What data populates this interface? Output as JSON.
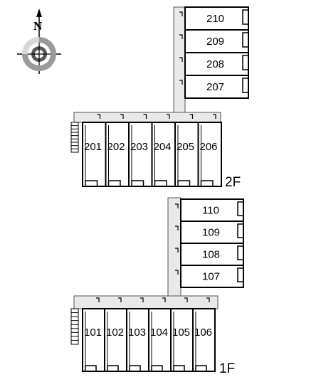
{
  "compass": {
    "label": "N",
    "icon": "compass-icon"
  },
  "floors": [
    {
      "label": "2F",
      "row_units": [
        "201",
        "202",
        "203",
        "204",
        "205",
        "206"
      ],
      "column_units": [
        "210",
        "209",
        "208",
        "207"
      ]
    },
    {
      "label": "1F",
      "row_units": [
        "101",
        "102",
        "103",
        "104",
        "105",
        "106"
      ],
      "column_units": [
        "110",
        "109",
        "108",
        "107"
      ]
    }
  ],
  "colors": {
    "corridor": "#e9e9e9",
    "wall": "#000000",
    "background": "#ffffff"
  }
}
